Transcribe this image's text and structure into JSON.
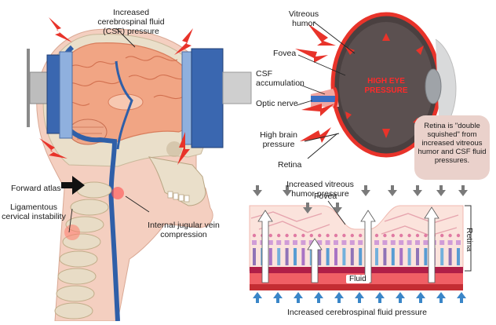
{
  "labels": {
    "csf_pressure": "Increased cerebrospinal fluid (CSF) pressure",
    "forward_atlas": "Forward atlas",
    "ligamentous": "Ligamentous cervical instability",
    "internal_jugular": "Internal jugular vein compression",
    "vitreous_humor": "Vitreous humor",
    "fovea_eye": "Fovea",
    "csf_accumulation": "CSF accumulation",
    "optic_nerve": "Optic nerve",
    "high_brain_pressure": "High brain pressure",
    "retina_eye": "Retina",
    "high_eye_pressure": "HIGH EYE PRESSURE",
    "callout": "Retina is \"double squished\" from increased vitreous humor and CSF fluid pressures.",
    "increased_vitreous": "Increased vitreous humor pressure",
    "fovea_retina": "Fovea",
    "retina_side": "Retina",
    "fluid": "Fluid",
    "increased_csf_bottom": "Increased cerebrospinal fluid pressure"
  },
  "colors": {
    "arrow_red": "#e8332a",
    "arrow_gray": "#7a7a7a",
    "arrow_blue": "#3a86c8",
    "brain": "#f1a584",
    "csf_blue": "#2f5fa8",
    "bone": "#e8dcc6",
    "eye_dark": "#4a4040"
  }
}
